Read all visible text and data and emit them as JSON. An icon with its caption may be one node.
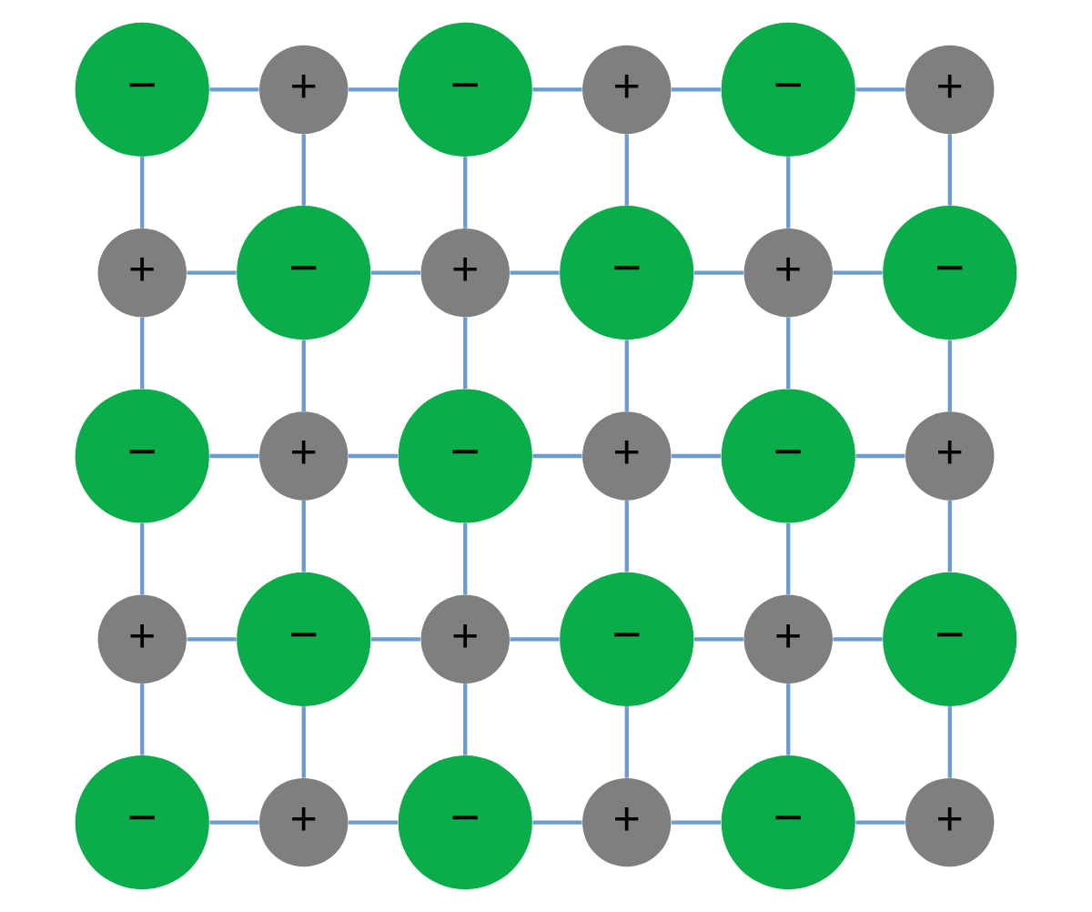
{
  "diagram": {
    "nodes": [
      {
        "text": [
          "−"
        ]
      },
      {
        "text": [
          "+"
        ]
      },
      {
        "text": [
          "−"
        ]
      },
      {
        "text": [
          "+"
        ]
      },
      {
        "text": [
          "−"
        ]
      },
      {
        "text": [
          "+"
        ]
      },
      {
        "text": [
          "+"
        ]
      },
      {
        "text": [
          "−"
        ]
      },
      {
        "text": [
          "+"
        ]
      },
      {
        "text": [
          "−"
        ]
      },
      {
        "text": [
          "+"
        ]
      },
      {
        "text": [
          "−"
        ]
      },
      {
        "text": [
          "−"
        ]
      },
      {
        "text": [
          "+"
        ]
      },
      {
        "text": [
          "−"
        ]
      },
      {
        "text": [
          "+"
        ]
      },
      {
        "text": [
          "−"
        ]
      },
      {
        "text": [
          "+"
        ]
      },
      {
        "text": [
          "+"
        ]
      },
      {
        "text": [
          "−"
        ]
      },
      {
        "text": [
          "+"
        ]
      },
      {
        "text": [
          "−"
        ]
      },
      {
        "text": [
          "+"
        ]
      },
      {
        "text": [
          "−"
        ]
      },
      {
        "text": [
          "−"
        ]
      },
      {
        "text": [
          "+"
        ]
      },
      {
        "text": [
          "−"
        ]
      },
      {
        "text": [
          "+"
        ]
      },
      {
        "text": [
          "−"
        ]
      },
      {
        "text": [
          "+"
        ]
      }
    ],
    "edges": [
      {
        "from": 0,
        "to": 1,
        "arrow": "none"
      },
      {
        "from": 1,
        "to": 2,
        "arrow": "none"
      },
      {
        "from": 2,
        "to": 3,
        "arrow": "none"
      },
      {
        "from": 3,
        "to": 4,
        "arrow": "none"
      },
      {
        "from": 4,
        "to": 5,
        "arrow": "none"
      },
      {
        "from": 0,
        "to": 6,
        "arrow": "none"
      },
      {
        "from": 1,
        "to": 7,
        "arrow": "none"
      },
      {
        "from": 2,
        "to": 8,
        "arrow": "none"
      },
      {
        "from": 3,
        "to": 9,
        "arrow": "none"
      },
      {
        "from": 4,
        "to": 10,
        "arrow": "none"
      },
      {
        "from": 5,
        "to": 11,
        "arrow": "none"
      },
      {
        "from": 6,
        "to": 7,
        "arrow": "none"
      },
      {
        "from": 7,
        "to": 8,
        "arrow": "none"
      },
      {
        "from": 8,
        "to": 9,
        "arrow": "none"
      },
      {
        "from": 9,
        "to": 10,
        "arrow": "none"
      },
      {
        "from": 10,
        "to": 11,
        "arrow": "none"
      },
      {
        "from": 6,
        "to": 12,
        "arrow": "none"
      },
      {
        "from": 7,
        "to": 13,
        "arrow": "none"
      },
      {
        "from": 8,
        "to": 14,
        "arrow": "none"
      },
      {
        "from": 9,
        "to": 15,
        "arrow": "none"
      },
      {
        "from": 10,
        "to": 16,
        "arrow": "none"
      },
      {
        "from": 11,
        "to": 17,
        "arrow": "none"
      },
      {
        "from": 12,
        "to": 13,
        "arrow": "none"
      },
      {
        "from": 13,
        "to": 14,
        "arrow": "none"
      },
      {
        "from": 14,
        "to": 15,
        "arrow": "none"
      },
      {
        "from": 15,
        "to": 16,
        "arrow": "none"
      },
      {
        "from": 16,
        "to": 17,
        "arrow": "none"
      },
      {
        "from": 12,
        "to": 18,
        "arrow": "none"
      },
      {
        "from": 13,
        "to": 19,
        "arrow": "none"
      },
      {
        "from": 14,
        "to": 20,
        "arrow": "none"
      },
      {
        "from": 15,
        "to": 21,
        "arrow": "none"
      },
      {
        "from": 16,
        "to": 22,
        "arrow": "none"
      },
      {
        "from": 17,
        "to": 23,
        "arrow": "none"
      },
      {
        "from": 18,
        "to": 19,
        "arrow": "none"
      },
      {
        "from": 19,
        "to": 20,
        "arrow": "none"
      },
      {
        "from": 20,
        "to": 21,
        "arrow": "none"
      },
      {
        "from": 21,
        "to": 22,
        "arrow": "none"
      },
      {
        "from": 22,
        "to": 23,
        "arrow": "none"
      },
      {
        "from": 18,
        "to": 24,
        "arrow": "none"
      },
      {
        "from": 19,
        "to": 25,
        "arrow": "none"
      },
      {
        "from": 20,
        "to": 26,
        "arrow": "none"
      },
      {
        "from": 21,
        "to": 27,
        "arrow": "none"
      },
      {
        "from": 22,
        "to": 28,
        "arrow": "none"
      },
      {
        "from": 23,
        "to": 29,
        "arrow": "none"
      },
      {
        "from": 24,
        "to": 25,
        "arrow": "none"
      },
      {
        "from": 25,
        "to": 26,
        "arrow": "none"
      },
      {
        "from": 26,
        "to": 27,
        "arrow": "none"
      },
      {
        "from": 27,
        "to": 28,
        "arrow": "none"
      },
      {
        "from": 28,
        "to": 29,
        "arrow": "none"
      }
    ]
  }
}
